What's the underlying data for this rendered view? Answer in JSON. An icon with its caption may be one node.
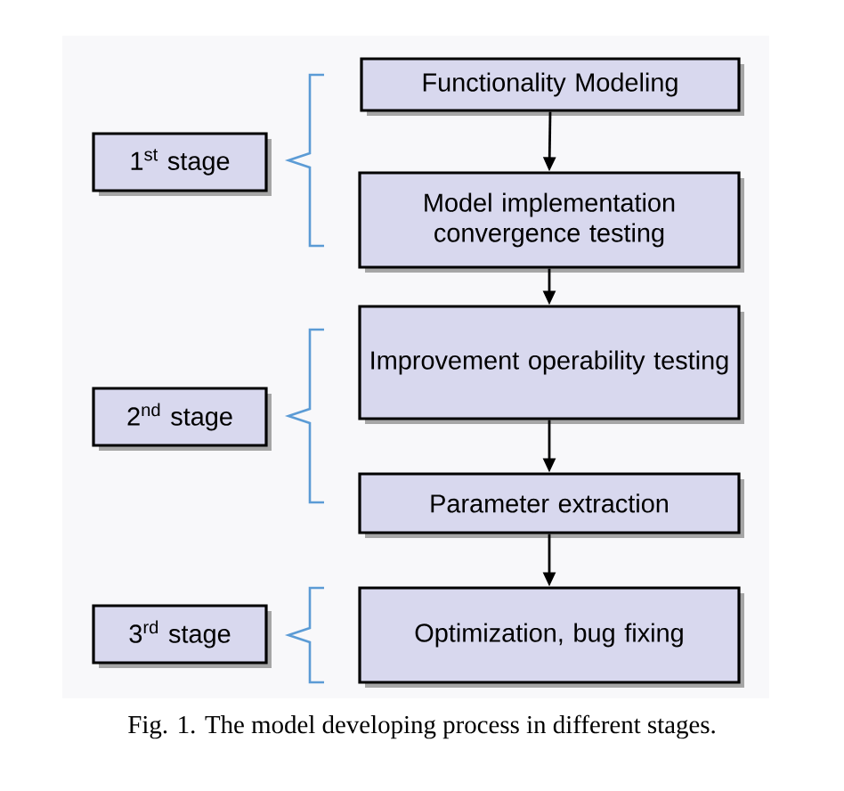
{
  "diagram": {
    "caption": "Fig. 1. The model developing process in different stages.",
    "nodes": [
      {
        "text": [
          "Functionality Modeling"
        ]
      },
      {
        "text": [
          "1$^{st}$ stage"
        ]
      },
      {
        "text": [
          "Model implementation convergence testing"
        ]
      },
      {
        "text": [
          "Improvement operability testing"
        ]
      },
      {
        "text": [
          "2$^{nd}$ stage"
        ]
      },
      {
        "text": [
          "Parameter extraction"
        ]
      },
      {
        "text": [
          "3$^{rd}$ stage"
        ]
      },
      {
        "text": [
          "Optimization, bug fixing"
        ]
      }
    ],
    "edges": [
      {
        "from": 0,
        "to": 2,
        "arrow": "to"
      },
      {
        "from": 2,
        "to": 3,
        "arrow": "to"
      },
      {
        "from": 3,
        "to": 5,
        "arrow": "to"
      },
      {
        "from": 5,
        "to": 7,
        "arrow": "to"
      }
    ]
  }
}
